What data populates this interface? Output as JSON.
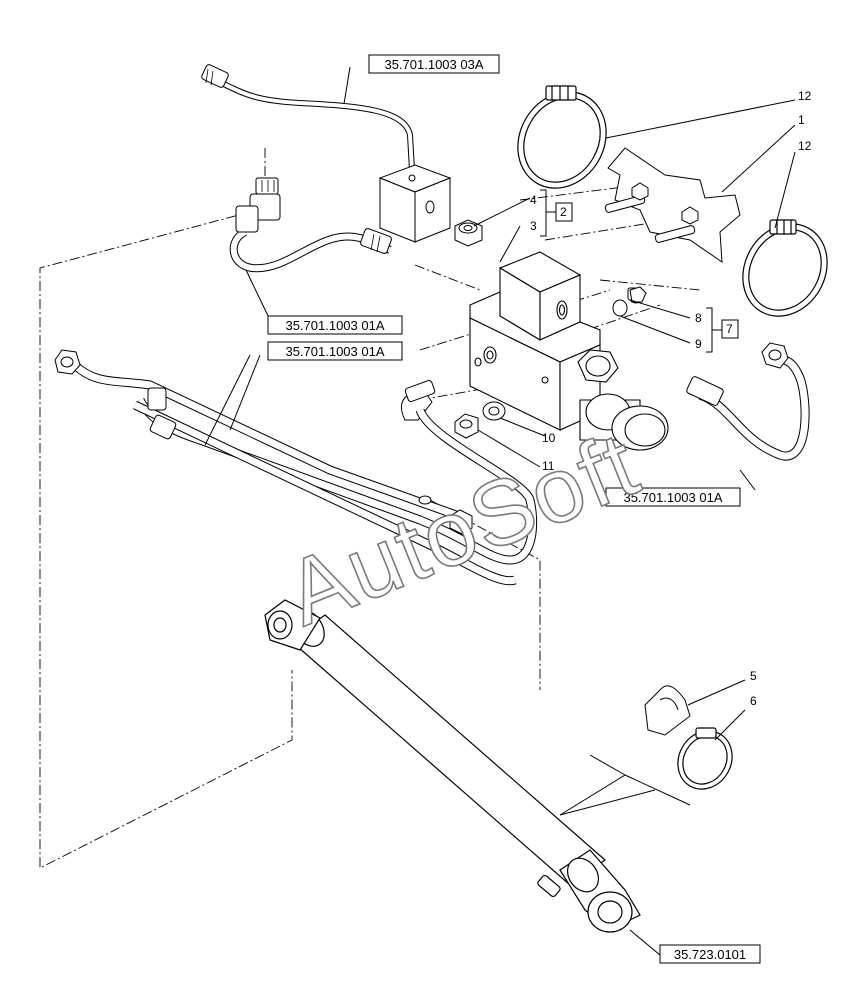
{
  "references": {
    "ref_top": "35.701.1003 03A",
    "ref_left_1": "35.701.1003 01A",
    "ref_left_2": "35.701.1003 01A",
    "ref_right": "35.701.1003 01A",
    "ref_cylinder": "35.723.0101"
  },
  "callouts": {
    "n1": "1",
    "n2": "2",
    "n3": "3",
    "n4": "4",
    "n5": "5",
    "n6": "6",
    "n7": "7",
    "n8": "8",
    "n9": "9",
    "n10": "10",
    "n11": "11",
    "n12a": "12",
    "n12b": "12"
  },
  "watermark": "AutoSoft"
}
